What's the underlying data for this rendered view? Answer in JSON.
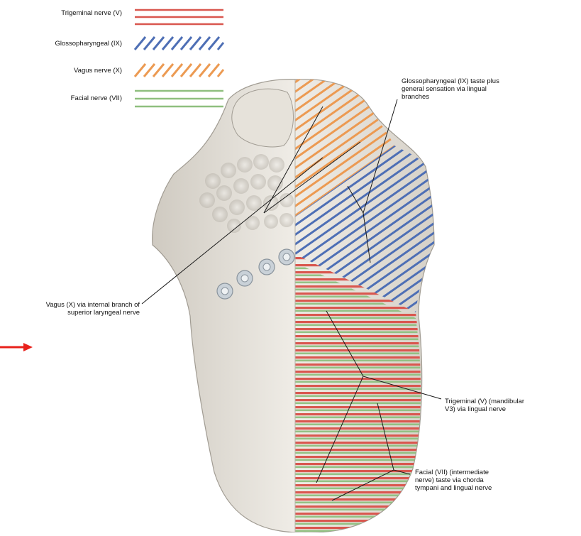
{
  "legend": [
    {
      "label": "Trigeminal nerve (V)",
      "pattern": "horizontal",
      "color": "#d9574f"
    },
    {
      "label": "Glossopharyngeal (IX)",
      "pattern": "diagonal",
      "color": "#4e6fb5"
    },
    {
      "label": "Vagus nerve (X)",
      "pattern": "diagonal",
      "color": "#ec9a52"
    },
    {
      "label": "Facial nerve (VII)",
      "pattern": "horizontal",
      "color": "#8fbf7f"
    }
  ],
  "callouts": {
    "glossopharyngeal": [
      "Glossopharyngeal (IX) taste plus",
      "general sensation via lingual",
      "branches"
    ],
    "vagus": [
      "Vagus (X) via internal branch of",
      "superior laryngeal nerve"
    ],
    "trigeminal": [
      "Trigeminal (V) (mandibular",
      "V3) via lingual nerve"
    ],
    "facial": [
      "Facial (VII) (intermediate",
      "nerve) taste via chorda",
      "tympani and lingual nerve"
    ]
  },
  "colors": {
    "trigeminal": "#d9574f",
    "glossopharyngeal": "#4e6fb5",
    "vagus": "#ec9a52",
    "facial": "#8fbf7f",
    "arrow": "#e8211b",
    "tongue": "#e8e4dc"
  },
  "icons": {
    "pointer": "red-arrow-icon"
  }
}
